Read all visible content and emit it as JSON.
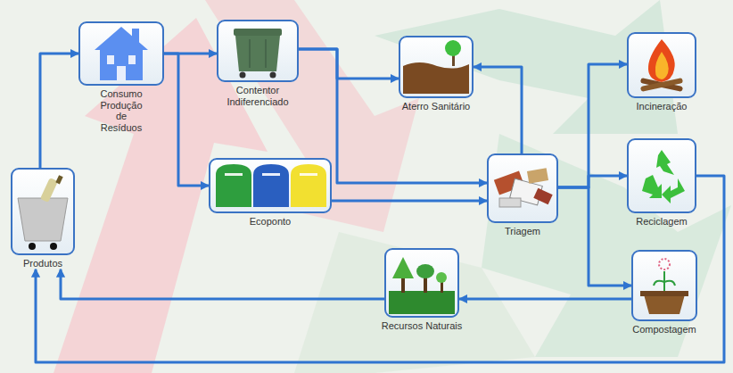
{
  "diagram": {
    "nodes": [
      {
        "text": [
          "Produtos"
        ]
      },
      {
        "text": [
          "Consumo Produção de Resíduos"
        ]
      },
      {
        "text": [
          "Contentor Indiferenciado"
        ]
      },
      {
        "text": [
          "Ecoponto"
        ]
      },
      {
        "text": [
          "Aterro Sanitário"
        ]
      },
      {
        "text": [
          "Triagem"
        ]
      },
      {
        "text": [
          "Incineração"
        ]
      },
      {
        "text": [
          "Reciclagem"
        ]
      },
      {
        "text": [
          "Compostagem"
        ]
      },
      {
        "text": [
          "Recursos Naturais"
        ]
      }
    ],
    "edges": [
      {
        "from": 0,
        "to": 1,
        "arrow": "to"
      },
      {
        "from": 1,
        "to": 2,
        "arrow": "to"
      },
      {
        "from": 1,
        "to": 3,
        "arrow": "to"
      },
      {
        "from": 2,
        "to": 4,
        "arrow": "to"
      },
      {
        "from": 2,
        "to": 5,
        "arrow": "to"
      },
      {
        "from": 3,
        "to": 5,
        "arrow": "to"
      },
      {
        "from": 5,
        "to": 4,
        "arrow": "to"
      },
      {
        "from": 5,
        "to": 6,
        "arrow": "to"
      },
      {
        "from": 5,
        "to": 7,
        "arrow": "to"
      },
      {
        "from": 5,
        "to": 8,
        "arrow": "to"
      },
      {
        "from": 7,
        "to": 0,
        "arrow": "to"
      },
      {
        "from": 8,
        "to": 9,
        "arrow": "to"
      },
      {
        "from": 9,
        "to": 0,
        "arrow": "to"
      }
    ]
  }
}
